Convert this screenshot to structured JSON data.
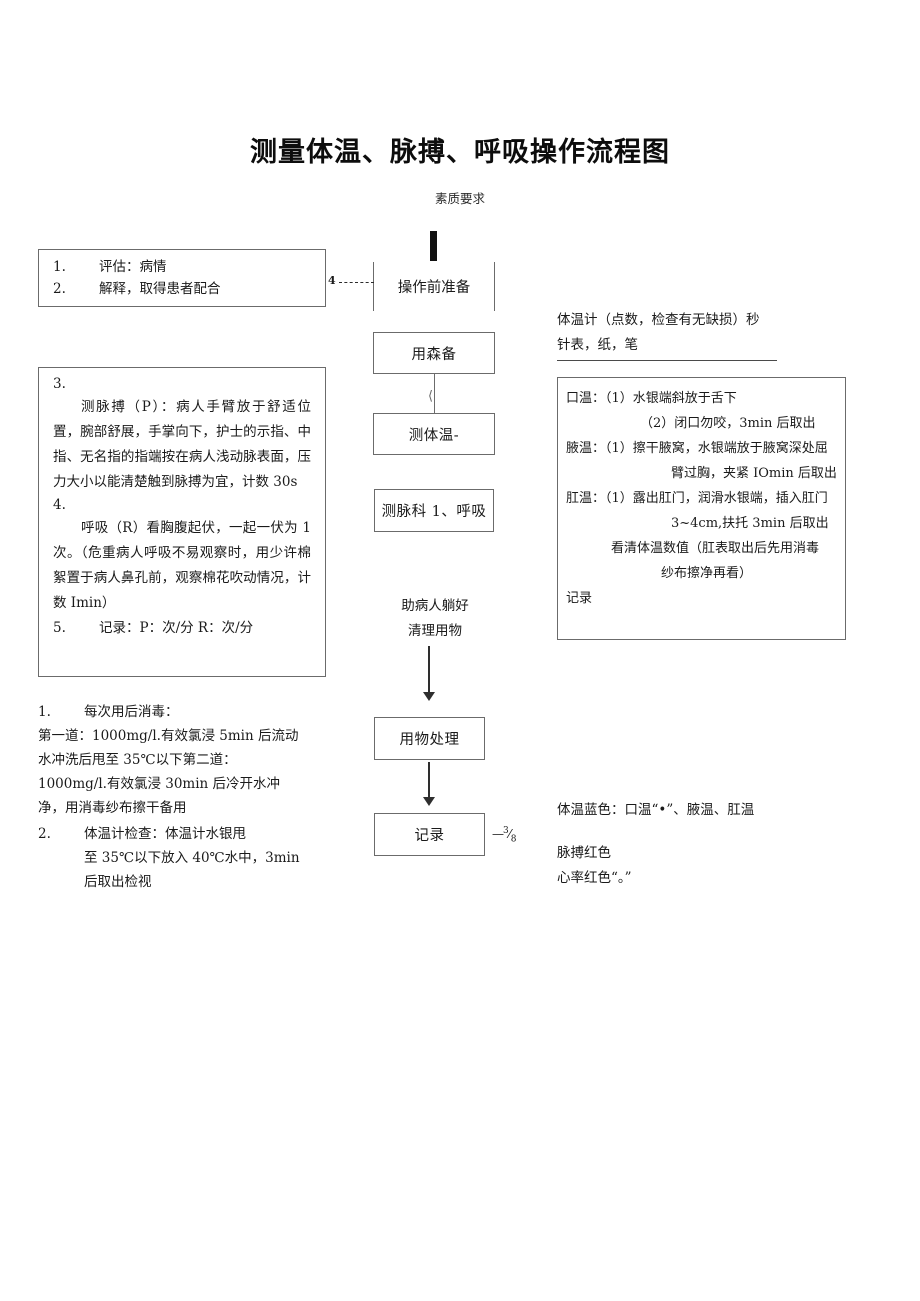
{
  "document": {
    "title": "测量体温、脉搏、呼吸操作流程图",
    "subtitle": "素质要求"
  },
  "left_column": {
    "assess_box": {
      "items": [
        {
          "index": "1.",
          "text": "评估：病情"
        },
        {
          "index": "2.",
          "text": "解释，取得患者配合"
        }
      ]
    },
    "pulse_box": {
      "item3_index": "3.",
      "item3_text": "测脉搏（P）：病人手臂放于舒适位置，腕部舒展，手掌向下，护士的示指、中指、无名指的指端按在病人浅动脉表面，压力大小以能清楚触到脉搏为宜，计数 30s",
      "item4_index": "4.",
      "item4_text": "呼吸（R）看胸腹起伏，一起一伏为 1 次。（危重病人呼吸不易观察时，用少许棉絮置于病人鼻孔前，观察棉花吹动情况，计数 Imin）",
      "item5_index": "5.",
      "item5_text": "记录：P：次/分 R：次/分"
    },
    "disinfect_block": {
      "index": "1.",
      "heading": "每次用后消毒：",
      "lines": [
        "第一道：1000mg/l.有效氯浸 5min 后流动",
        "水冲洗后甩至 35℃以下第二道：",
        "1000mg/l.有效氯浸 30min 后冷开水冲",
        "净，用消毒纱布擦干备用"
      ]
    },
    "thermo_check_block": {
      "index": "2.",
      "heading": "体温计检查：体温计水银甩",
      "lines": [
        "至 35℃以下放入 40℃水中，3min",
        "后取出检视"
      ]
    }
  },
  "center_column": {
    "connector_label": "4",
    "prep_box": "操作前准备",
    "prepare_box": "用森备",
    "temp_box": "测体温-",
    "pulse_resp_box": "测脉科 1、呼吸",
    "lay_patient_lines": [
      "助病人躺好",
      "清理用物"
    ],
    "dispose_box": "用物处理",
    "record_box": "记录",
    "page_mark": "3/8",
    "page_mark_num": "3",
    "page_mark_den": "8"
  },
  "right_column": {
    "supplies_lines": [
      "体温计（点数，检查有无缺损）秒",
      "针表，纸，笔"
    ],
    "methods_box": {
      "lines": [
        {
          "indent": "c0",
          "text": "口温：（1）水银端斜放于舌下"
        },
        {
          "indent": "c1",
          "text": "（2）闭口勿咬，3min 后取出"
        },
        {
          "indent": "c0",
          "text": "腋温：（1）擦干腋窝，水银端放于腋窝深处屈"
        },
        {
          "indent": "c2",
          "text": "臂过胸，夹紧 IOmin 后取出"
        },
        {
          "indent": "c0",
          "text": "肛温：（1）露出肛门，润滑水银端，插入肛门"
        },
        {
          "indent": "c2",
          "text": "3~4cm,扶托 3min 后取出"
        },
        {
          "indent": "c3",
          "text": "看清体温数值（肛表取出后先用消毒"
        },
        {
          "indent": "c4",
          "text": "纱布擦净再看）"
        },
        {
          "indent": "c0",
          "text": "记录"
        }
      ]
    },
    "legend": {
      "temp_line": "体温蓝色：口温“•”、腋温、肛温",
      "pulse_line": "脉搏红色",
      "heart_rate_line": "心率红色“。”"
    }
  },
  "colors": {
    "ink": "#1a1a1a",
    "border": "#6b6b6b",
    "arrow": "#2e2e2e",
    "page_bg": "#ffffff"
  }
}
